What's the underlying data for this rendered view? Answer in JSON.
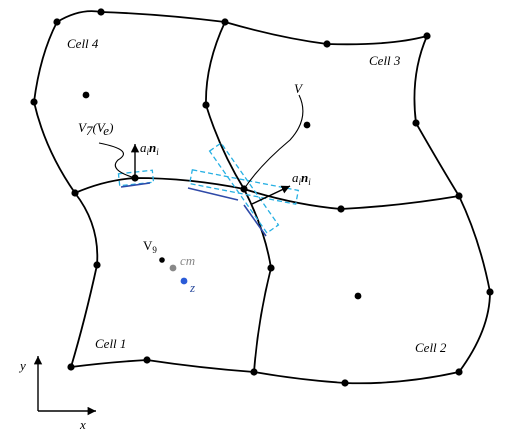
{
  "cells": [
    {
      "id": "cell-1",
      "label": "Cell 1"
    },
    {
      "id": "cell-2",
      "label": "Cell 2"
    },
    {
      "id": "cell-3",
      "label": "Cell 3"
    },
    {
      "id": "cell-4",
      "label": "Cell 4"
    }
  ],
  "points": {
    "v": "V",
    "v7": "V",
    "v7_sub": "7",
    "v7_paren": "(V",
    "v7_paren_sub": "e",
    "v7_close": ")",
    "v9": "V",
    "v9_sub": "9",
    "cm": "cm",
    "z": "z"
  },
  "normal_label": {
    "a": "a",
    "i": "i",
    "n": "n",
    "i2": "i"
  },
  "axes": {
    "x": "x",
    "y": "y"
  },
  "colors": {
    "cm": "#888888",
    "z": "#2a5bd7",
    "z_label": "#3050a0",
    "dashed_box": "#27b0e3",
    "face_line": "#2f4aa8"
  }
}
